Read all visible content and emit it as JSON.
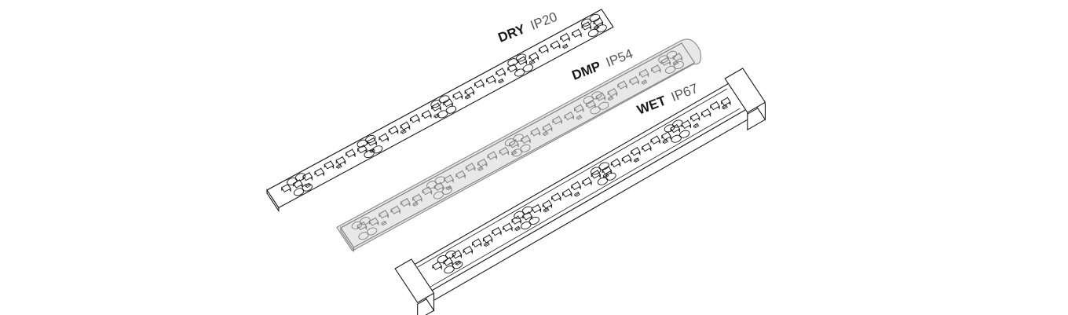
{
  "strips": [
    {
      "id": "dry",
      "code": "DRY",
      "rating": "IP20",
      "variant": "bare"
    },
    {
      "id": "dmp",
      "code": "DMP",
      "rating": "IP54",
      "variant": "coated"
    },
    {
      "id": "wet",
      "code": "WET",
      "rating": "IP67",
      "variant": "encapsulated"
    }
  ],
  "colors": {
    "line": "#1a1a1a",
    "coating": "#d6d6d6",
    "coating_edge": "#8a8a8a",
    "background": "#ffffff"
  }
}
